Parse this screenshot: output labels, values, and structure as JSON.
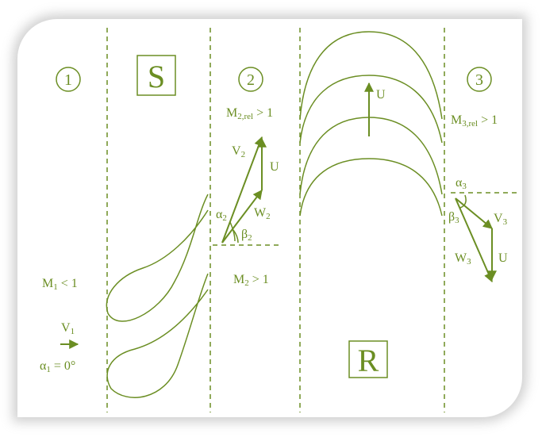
{
  "colors": {
    "line": "#6b8e23",
    "shadow": "#9e9e9e"
  },
  "stations": {
    "one": "1",
    "two": "2",
    "three": "3"
  },
  "boxes": {
    "stator": "S",
    "rotor": "R"
  },
  "inlet": {
    "mach": {
      "main": "M",
      "sub": "1",
      "rest": " < 1"
    },
    "velocity": {
      "main": "V",
      "sub": "1"
    },
    "angle": {
      "main": "α",
      "sub": "1",
      "rest": " = 0°"
    }
  },
  "stator_exit": {
    "mach_rel": {
      "main": "M",
      "sub": "2,rel",
      "rest": " > 1"
    },
    "mach": {
      "main": "M",
      "sub": "2",
      "rest": " > 1"
    },
    "v": {
      "main": "V",
      "sub": "2"
    },
    "w": {
      "main": "W",
      "sub": "2"
    },
    "u": "U",
    "alpha": {
      "main": "α",
      "sub": "2"
    },
    "beta": {
      "main": "β",
      "sub": "2"
    }
  },
  "rotor": {
    "u": "U"
  },
  "rotor_exit": {
    "mach_rel": {
      "main": "M",
      "sub": "3,rel",
      "rest": " > 1"
    },
    "alpha": {
      "main": "α",
      "sub": "3"
    },
    "beta": {
      "main": "β",
      "sub": "3"
    },
    "v": {
      "main": "V",
      "sub": "3"
    },
    "w": {
      "main": "W",
      "sub": "3"
    },
    "u": "U"
  }
}
